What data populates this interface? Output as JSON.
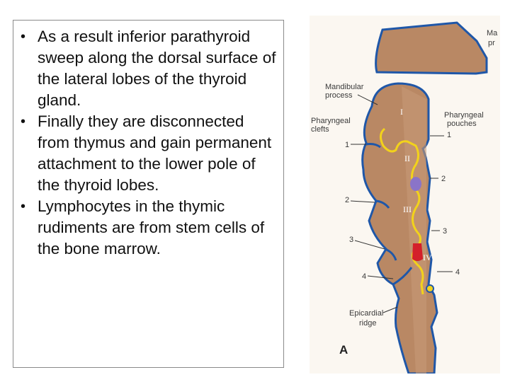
{
  "bullets": [
    "As a result inferior parathyroid sweep along the dorsal surface of the lateral lobes of the thyroid gland.",
    "Finally they are disconnected from thymus and gain permanent attachment to the lower pole of the thyroid lobes.",
    "Lymphocytes in the thymic rudiments are from stem cells of the bone marrow."
  ],
  "bullet_symbol": "•",
  "figure": {
    "labels": {
      "max_a": "Ma",
      "max_b": "pr",
      "mandibular_1": "Mandibular",
      "mandibular_2": "process",
      "clefts_1": "Pharyngeal",
      "clefts_2": "clefts",
      "pouches_1": "Pharyngeal",
      "pouches_2": "pouches",
      "epicardial_1": "Epicardial",
      "epicardial_2": "ridge",
      "panel": "A"
    },
    "arches": [
      "I",
      "II",
      "III",
      "IV"
    ],
    "left_numbers": [
      "1",
      "2",
      "3",
      "4"
    ],
    "right_numbers": [
      "1",
      "2",
      "3",
      "4"
    ],
    "colors": {
      "tissue": "#b98864",
      "outline": "#1f57a8",
      "endoderm": "#f2d21b",
      "purple": "#8a74c8",
      "red": "#d41f2a"
    }
  }
}
